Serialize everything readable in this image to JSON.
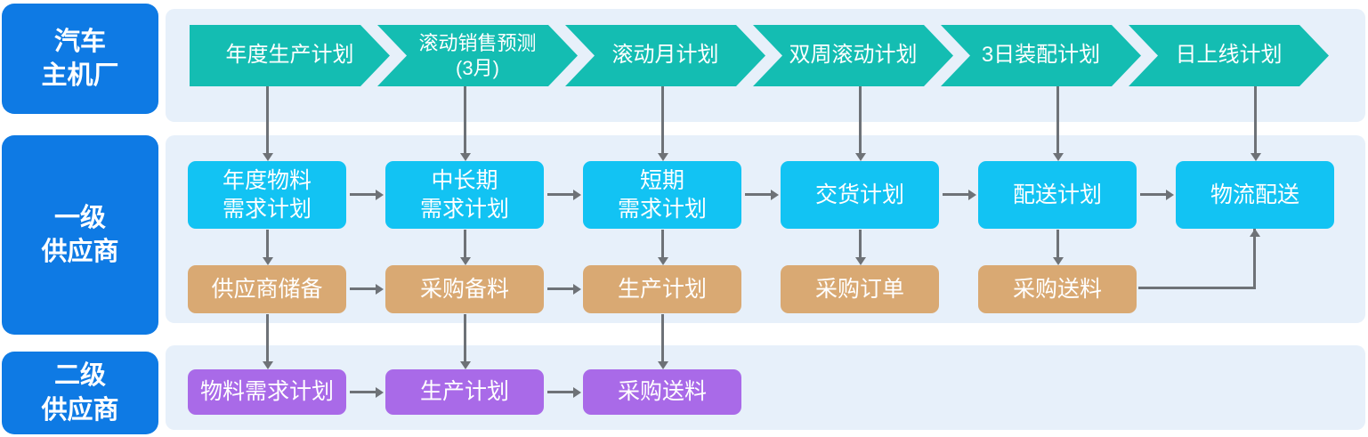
{
  "colors": {
    "lane_label": "#0E7AE4",
    "band_bg": "#E7F0FA",
    "chevron": "#14BDB2",
    "plan_box": "#12C3F3",
    "procurement_box": "#D9A973",
    "tier2_box": "#A96AE8",
    "arrow": "#6E7277",
    "text": "#FFFFFF"
  },
  "lanes": [
    {
      "label": "汽车\n主机厂"
    },
    {
      "label": "一级\n供应商"
    },
    {
      "label": "二级\n供应商"
    }
  ],
  "oem_chevrons": [
    {
      "label": "年度生产计划"
    },
    {
      "label": "滚动销售预测\n(3月)"
    },
    {
      "label": "滚动月计划"
    },
    {
      "label": "双周滚动计划"
    },
    {
      "label": "3日装配计划"
    },
    {
      "label": "日上线计划"
    }
  ],
  "tier1_plan_boxes": [
    {
      "label": "年度物料\n需求计划"
    },
    {
      "label": "中长期\n需求计划"
    },
    {
      "label": "短期\n需求计划"
    },
    {
      "label": "交货计划"
    },
    {
      "label": "配送计划"
    },
    {
      "label": "物流配送"
    }
  ],
  "tier1_procurement_boxes": [
    {
      "label": "供应商储备"
    },
    {
      "label": "采购备料"
    },
    {
      "label": "生产计划"
    },
    {
      "label": "采购订单"
    },
    {
      "label": "采购送料"
    }
  ],
  "tier2_boxes": [
    {
      "label": "物料需求计划"
    },
    {
      "label": "生产计划"
    },
    {
      "label": "采购送料"
    }
  ]
}
